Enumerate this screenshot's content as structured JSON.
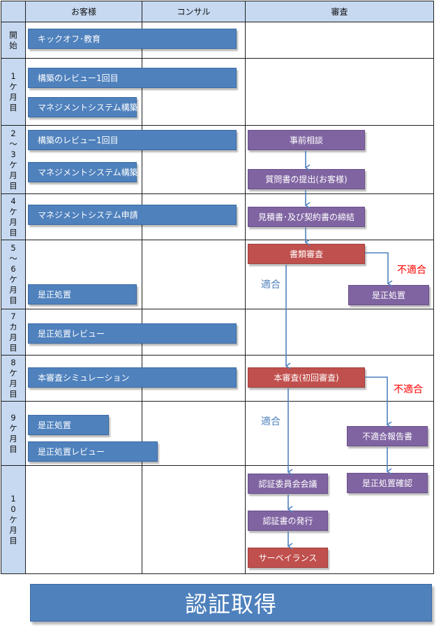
{
  "headers": {
    "client": "お客様",
    "consultant": "コンサル",
    "audit": "審査"
  },
  "periods": [
    [
      "開",
      "始"
    ],
    [
      "1",
      "ケ",
      "月",
      "目"
    ],
    [
      "2",
      "〜",
      "3",
      "ケ",
      "月",
      "目"
    ],
    [
      "4",
      "ケ",
      "月",
      "目"
    ],
    [
      "5",
      "〜",
      "6",
      "ケ",
      "月",
      "目"
    ],
    [
      "7",
      "カ",
      "月",
      "目"
    ],
    [
      "8",
      "ケ",
      "月",
      "目"
    ],
    [
      "9",
      "ケ",
      "月",
      "目"
    ],
    [
      "1",
      "0",
      "ケ",
      "月",
      "目"
    ]
  ],
  "client_tasks": {
    "kickoff": "キックオフ･教育",
    "review1_a": "構築のレビュー1回目",
    "mgmt_build_a": "マネジメントシステム構築",
    "review1_b": "構築のレビュー1回目",
    "mgmt_build_b": "マネジメントシステム構築",
    "mgmt_apply": "マネジメントシステム申請",
    "correction_a": "是正処置",
    "correction_review_a": "是正処置レビュー",
    "simulation": "本審査シミュレーション",
    "correction_b": "是正処置",
    "correction_review_b": "是正処置レビュー"
  },
  "audit_tasks": {
    "pre_consult": "事前相談",
    "questionnaire": "質問書の提出(お客様)",
    "estimate": "見積書･及び契約書の締結",
    "doc_review": "書類審査",
    "correction": "是正処置",
    "main_audit": "本審査(初回審査)",
    "nonconform_report": "不適合報告書",
    "correction_check": "是正処置確認",
    "committee": "認証委員会会議",
    "cert_issue": "認証書の発行",
    "surveillance": "サーベイランス"
  },
  "labels": {
    "pass_1": "適合",
    "fail_1": "不適合",
    "pass_2": "適合",
    "fail_2": "不適合"
  },
  "final": "認証取得",
  "colors": {
    "header_bg": "#c6d9f1",
    "client_box": "#4f81bd",
    "audit_box": "#8064a2",
    "audit_key_box": "#c0504d",
    "pass_text": "#4f81bd",
    "fail_text": "#ff0000"
  }
}
